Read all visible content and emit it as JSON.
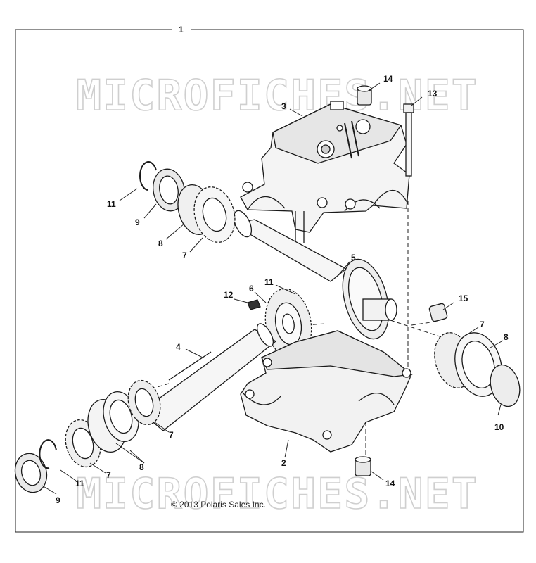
{
  "watermarks": [
    "MICROFICHES.NET",
    "MICROFICHES.NET"
  ],
  "copyright": "© 2013 Polaris Sales Inc.",
  "callouts": {
    "c1": "1",
    "c2": "2",
    "c3": "3",
    "c4": "4",
    "c5": "5",
    "c6": "6",
    "c7a": "7",
    "c7b": "7",
    "c7c": "7",
    "c7d": "7",
    "c8a": "8",
    "c8b": "8",
    "c8c": "8",
    "c9a": "9",
    "c9b": "9",
    "c10": "10",
    "c11a": "11",
    "c11b": "11",
    "c11c": "11",
    "c12": "12",
    "c13": "13",
    "c14a": "14",
    "c14b": "14",
    "c15": "15"
  }
}
